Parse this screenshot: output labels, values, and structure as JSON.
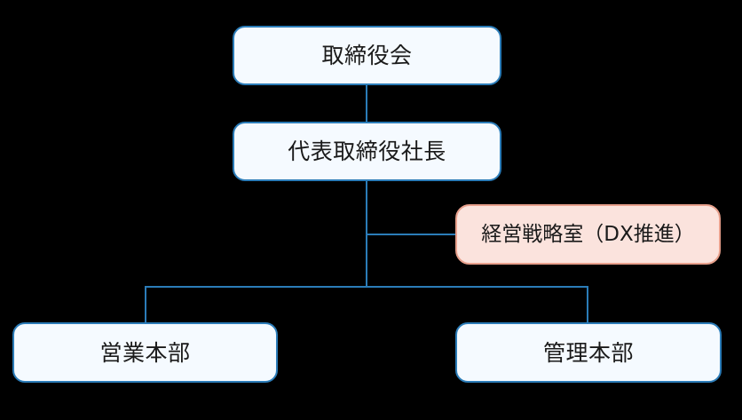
{
  "chart": {
    "type": "org-chart",
    "background_color": "#000000",
    "node_border_color": "#2b7cb8",
    "node_fill_color": "#f5faff",
    "accent_border_color": "#e8a08c",
    "accent_fill_color": "#fbe3dd",
    "connector_color": "#2b7cb8",
    "nodes": [
      {
        "id": "board",
        "label": "取締役会",
        "level": 0,
        "style": "default"
      },
      {
        "id": "president",
        "label": "代表取締役社長",
        "level": 1,
        "style": "default"
      },
      {
        "id": "strategy",
        "label": "経営戦略室（DX推進）",
        "level": 2,
        "style": "accent"
      },
      {
        "id": "sales",
        "label": "営業本部",
        "level": 3,
        "style": "default"
      },
      {
        "id": "admin",
        "label": "管理本部",
        "level": 3,
        "style": "default"
      }
    ],
    "edges": [
      {
        "from": "board",
        "to": "president",
        "kind": "vertical"
      },
      {
        "from": "president",
        "to": "strategy",
        "kind": "staff-branch"
      },
      {
        "from": "president",
        "to": "sales",
        "kind": "tree"
      },
      {
        "from": "president",
        "to": "admin",
        "kind": "tree"
      }
    ]
  }
}
